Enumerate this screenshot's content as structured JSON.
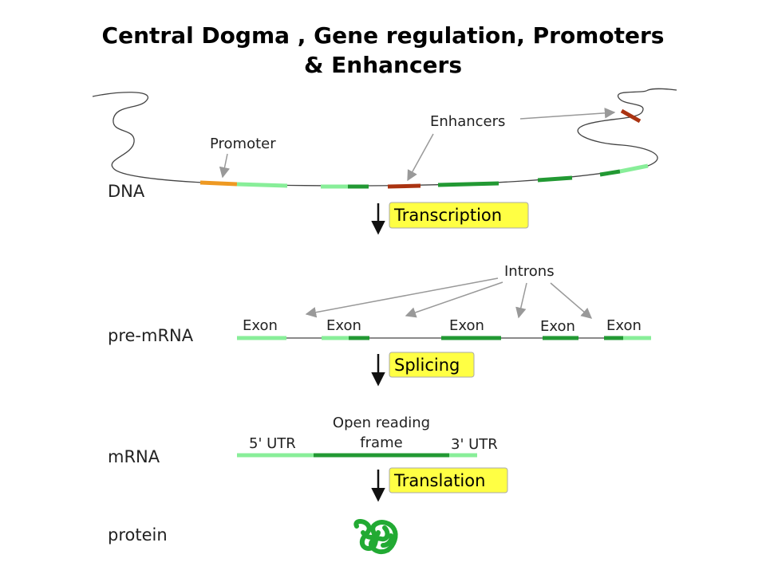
{
  "title": {
    "line1": "Central Dogma , Gene regulation, Promoters",
    "line2": "& Enhancers"
  },
  "stages": {
    "dna": "DNA",
    "pre_mrna": "pre-mRNA",
    "mrna": "mRNA",
    "protein": "protein"
  },
  "processes": {
    "transcription": "Transcription",
    "splicing": "Splicing",
    "translation": "Translation"
  },
  "annotations": {
    "promoter": "Promoter",
    "enhancers": "Enhancers",
    "introns": "Introns",
    "exon": "Exon",
    "utr5": "5' UTR",
    "utr3": "3' UTR",
    "orf_line1": "Open reading",
    "orf_line2": "frame"
  },
  "colors": {
    "light_green": "#88ee99",
    "dark_green": "#229933",
    "promoter": "#ee9922",
    "enhancer": "#aa3311",
    "process_box": "#ffff44",
    "arrow_grey": "#999999",
    "protein": "#22aa33"
  }
}
